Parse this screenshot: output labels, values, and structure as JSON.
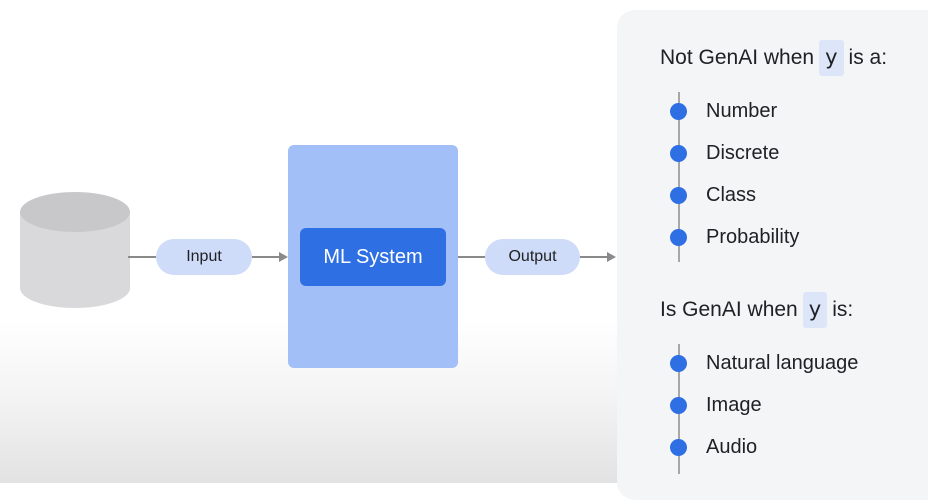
{
  "diagram": {
    "input_label": "Input",
    "ml_system_label": "ML System",
    "output_label": "Output"
  },
  "panel": {
    "not_genai": {
      "heading_prefix": "Not GenAI when",
      "variable": "y",
      "heading_suffix": "is a:",
      "items": [
        "Number",
        "Discrete",
        "Class",
        "Probability"
      ]
    },
    "is_genai": {
      "heading_prefix": "Is GenAI when",
      "variable": "y",
      "heading_suffix": "is:",
      "items": [
        "Natural language",
        "Image",
        "Audio"
      ]
    }
  },
  "colors": {
    "accent": "#2f6fe4",
    "ml_box": "#a2bff7",
    "pill": "#cfdcf9",
    "database": "#d9d9db"
  },
  "icons": {
    "data_source": "database-icon"
  }
}
